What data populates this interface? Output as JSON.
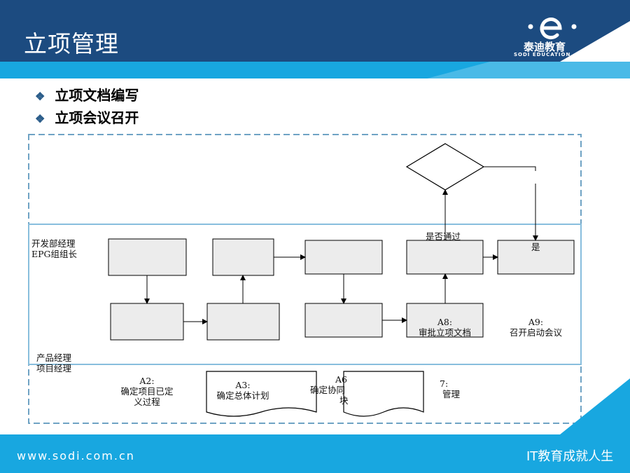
{
  "slide": {
    "title": "立项管理",
    "bullets": [
      "立项文档编写",
      "立项会议召开"
    ]
  },
  "logo": {
    "name": "泰迪教育",
    "sub": "SODI EDUCATION"
  },
  "diagram": {
    "lanes": [
      {
        "label_line1": "开发部经理",
        "label_line2": "EPG组组长"
      },
      {
        "label_line1": "产品经理",
        "label_line2": "项目经理"
      }
    ],
    "texts": {
      "decision_no": "是否通过",
      "decision_yes": "是",
      "a8_code": "A8:",
      "a8_name": "审批立项文档",
      "a9_code": "A9:",
      "a9_name": "召开启动会议",
      "a2_code": "A2:",
      "a2_line1": "确定项目已定",
      "a2_line2": "义过程",
      "a3_code": "A3:",
      "a3_name": "确定总体计划",
      "a6_code_partial": "A6",
      "a6_line1_partial": "确定协同",
      "a6_line2_partial": "块",
      "a7_code_partial": "7:",
      "a7_name_partial": "管理"
    }
  },
  "footer": {
    "url": "www.sodi.com.cn",
    "slogan": "IT教育成就人生"
  },
  "colors": {
    "header_dark": "#1c4b80",
    "header_light": "#18a7e0",
    "box_fill": "#ececec",
    "dash": "#6fa3c4",
    "lane_border": "#88bedd"
  }
}
